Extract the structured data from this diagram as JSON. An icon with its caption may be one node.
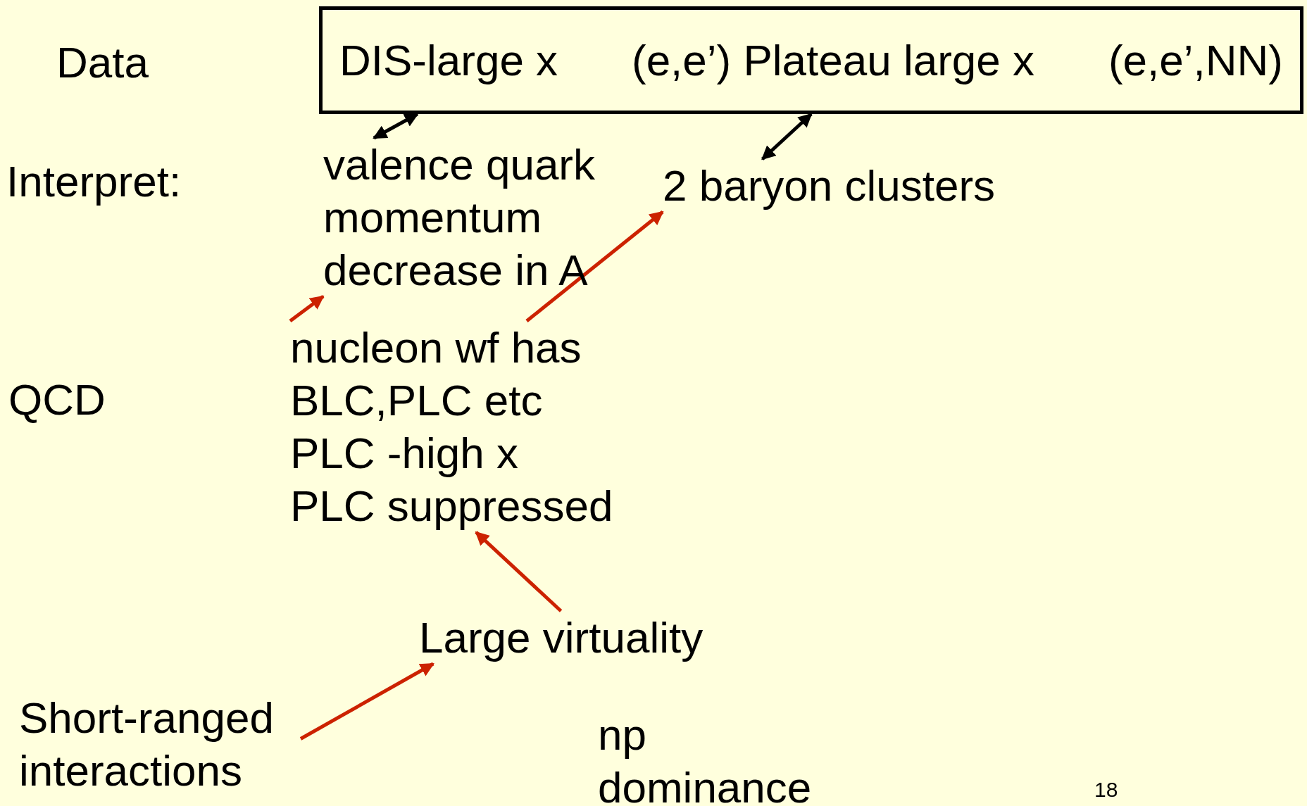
{
  "diagram": {
    "nodes": [
      {
        "text": [
          "DIS-large x",
          "(e,e’) Plateau large x",
          "(e,e’,NN)"
        ]
      },
      {
        "text": [
          "valence quark momentum decrease in A"
        ]
      },
      {
        "text": [
          "2 baryon clusters"
        ]
      },
      {
        "text": [
          "nucleon wf has BLC,PLC etc",
          "PLC -high x",
          "PLC suppressed"
        ]
      },
      {
        "text": [
          "Large virtuality"
        ]
      },
      {
        "text": [
          "Short-ranged interactions"
        ]
      }
    ],
    "edges": [
      {
        "from": 0,
        "to": 1,
        "arrow": "both",
        "color": "#000000"
      },
      {
        "from": 0,
        "to": 2,
        "arrow": "both",
        "color": "#000000"
      },
      {
        "from": 3,
        "to": 1,
        "arrow": "to"
      },
      {
        "from": 3,
        "to": 2,
        "arrow": "to"
      },
      {
        "from": 4,
        "to": 3,
        "arrow": "to"
      },
      {
        "from": 5,
        "to": 4,
        "arrow": "to"
      }
    ],
    "labels": [
      "Data",
      "Interpret:",
      "QCD",
      "np dominance",
      "18"
    ]
  }
}
